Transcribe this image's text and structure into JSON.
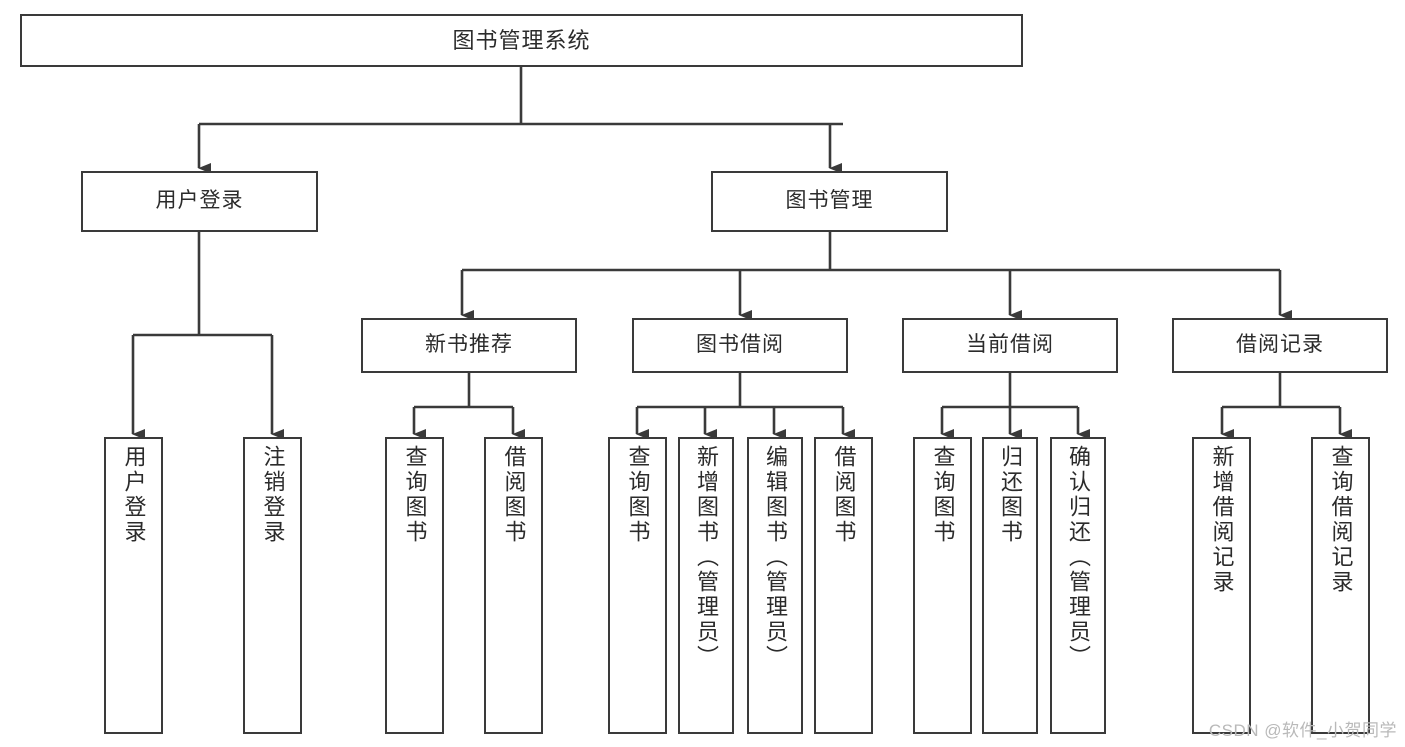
{
  "diagram": {
    "title": "图书管理系统",
    "watermark": "CSDN @软件_小贺同学",
    "colors": {
      "stroke": "#3a3a3a",
      "background": "#ffffff",
      "text": "#2b2b2b",
      "watermark": "#b9b9b9"
    },
    "root": {
      "label": "图书管理系统"
    },
    "level2": [
      {
        "id": "user-login",
        "label": "用户登录"
      },
      {
        "id": "book-management",
        "label": "图书管理"
      }
    ],
    "level3": [
      {
        "id": "new-book-recommend",
        "label": "新书推荐"
      },
      {
        "id": "book-borrow",
        "label": "图书借阅"
      },
      {
        "id": "current-borrow",
        "label": "当前借阅"
      },
      {
        "id": "borrow-record",
        "label": "借阅记录"
      }
    ],
    "leaves": {
      "user_login": [
        {
          "id": "leaf-user-login",
          "label": "用户登录"
        },
        {
          "id": "leaf-logout-login",
          "label": "注销登录"
        }
      ],
      "new_book_recommend": [
        {
          "id": "leaf-query-book-1",
          "label": "查询图书"
        },
        {
          "id": "leaf-borrow-book-1",
          "label": "借阅图书"
        }
      ],
      "book_borrow": [
        {
          "id": "leaf-query-book-2",
          "label": "查询图书"
        },
        {
          "id": "leaf-add-book",
          "label": "新增图书（管理员）"
        },
        {
          "id": "leaf-edit-book",
          "label": "编辑图书（管理员）"
        },
        {
          "id": "leaf-borrow-book-2",
          "label": "借阅图书"
        }
      ],
      "current_borrow": [
        {
          "id": "leaf-query-book-3",
          "label": "查询图书"
        },
        {
          "id": "leaf-return-book",
          "label": "归还图书"
        },
        {
          "id": "leaf-confirm-return",
          "label": "确认归还（管理员）"
        }
      ],
      "borrow_record": [
        {
          "id": "leaf-add-record",
          "label": "新增借阅记录"
        },
        {
          "id": "leaf-query-record",
          "label": "查询借阅记录"
        }
      ]
    }
  }
}
